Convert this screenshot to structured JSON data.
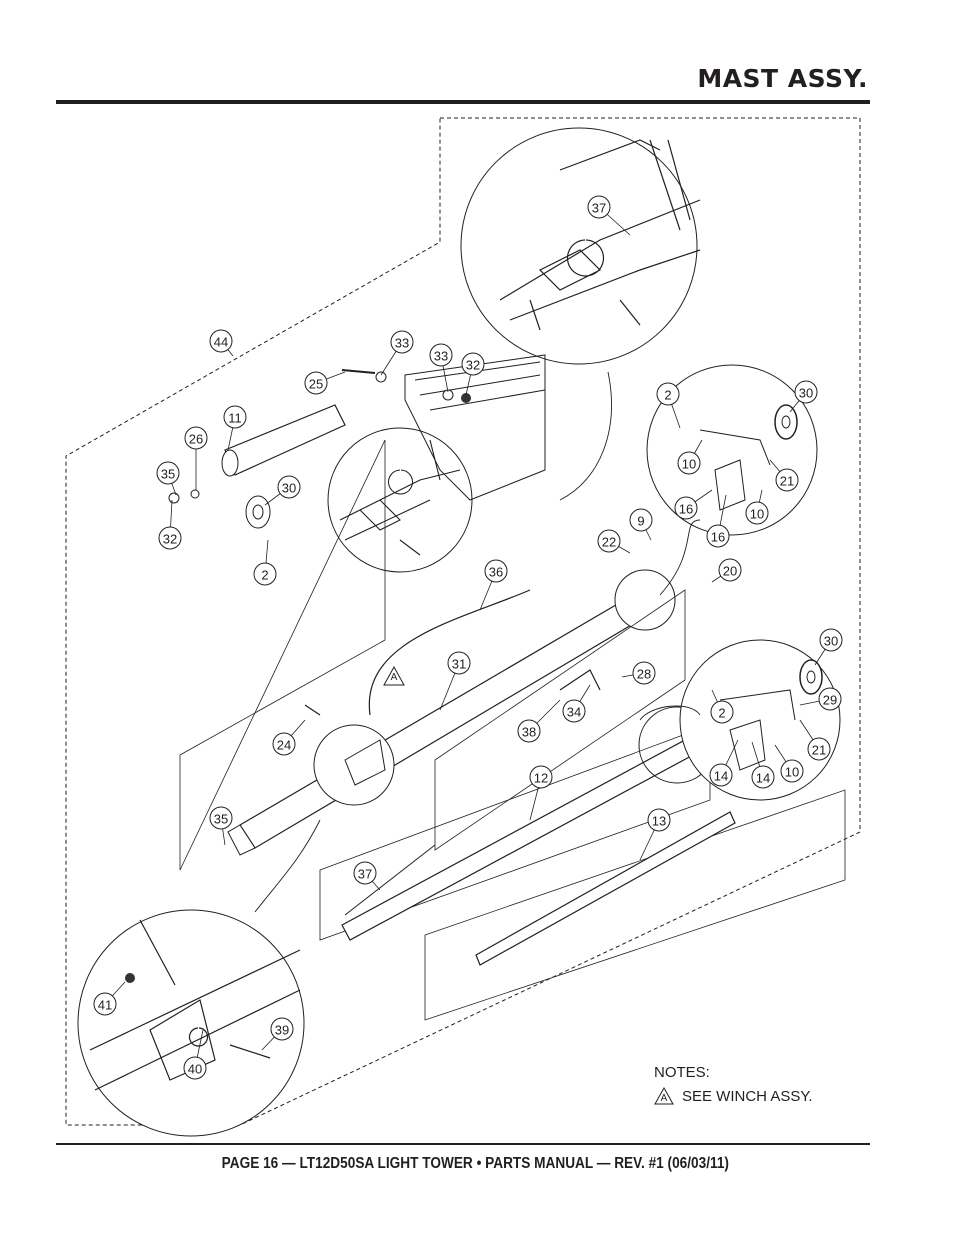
{
  "header": {
    "title": "MAST ASSY."
  },
  "footer": {
    "text": "PAGE 16 — LT12D50SA LIGHT TOWER • PARTS MANUAL — REV. #1 (06/03/11)"
  },
  "notes": {
    "heading": "NOTES:",
    "items": [
      {
        "symbol": "A",
        "text": "SEE WINCH ASSY."
      }
    ]
  },
  "diagram": {
    "winch_reference_symbol": "A",
    "callouts": [
      {
        "id": "c44",
        "label": "44"
      },
      {
        "id": "c33a",
        "label": "33"
      },
      {
        "id": "c33b",
        "label": "33"
      },
      {
        "id": "c32a",
        "label": "32"
      },
      {
        "id": "c25",
        "label": "25"
      },
      {
        "id": "c11",
        "label": "11"
      },
      {
        "id": "c26",
        "label": "26"
      },
      {
        "id": "c35a",
        "label": "35"
      },
      {
        "id": "c30a",
        "label": "30"
      },
      {
        "id": "c32b",
        "label": "32"
      },
      {
        "id": "c2a",
        "label": "2"
      },
      {
        "id": "c37a",
        "label": "37"
      },
      {
        "id": "c2b",
        "label": "2"
      },
      {
        "id": "c30b",
        "label": "30"
      },
      {
        "id": "c10a",
        "label": "10"
      },
      {
        "id": "c21a",
        "label": "21"
      },
      {
        "id": "c16a",
        "label": "16"
      },
      {
        "id": "c16b",
        "label": "16"
      },
      {
        "id": "c10b",
        "label": "10"
      },
      {
        "id": "c9",
        "label": "9"
      },
      {
        "id": "c22",
        "label": "22"
      },
      {
        "id": "c20",
        "label": "20"
      },
      {
        "id": "c36",
        "label": "36"
      },
      {
        "id": "c31",
        "label": "31"
      },
      {
        "id": "c28",
        "label": "28"
      },
      {
        "id": "c34",
        "label": "34"
      },
      {
        "id": "c38",
        "label": "38"
      },
      {
        "id": "c24",
        "label": "24"
      },
      {
        "id": "c30c",
        "label": "30"
      },
      {
        "id": "c29",
        "label": "29"
      },
      {
        "id": "c2c",
        "label": "2"
      },
      {
        "id": "c21b",
        "label": "21"
      },
      {
        "id": "c14a",
        "label": "14"
      },
      {
        "id": "c14b",
        "label": "14"
      },
      {
        "id": "c10c",
        "label": "10"
      },
      {
        "id": "c12",
        "label": "12"
      },
      {
        "id": "c13",
        "label": "13"
      },
      {
        "id": "c35b",
        "label": "35"
      },
      {
        "id": "c37b",
        "label": "37"
      },
      {
        "id": "c41",
        "label": "41"
      },
      {
        "id": "c39",
        "label": "39"
      },
      {
        "id": "c40",
        "label": "40"
      }
    ]
  }
}
